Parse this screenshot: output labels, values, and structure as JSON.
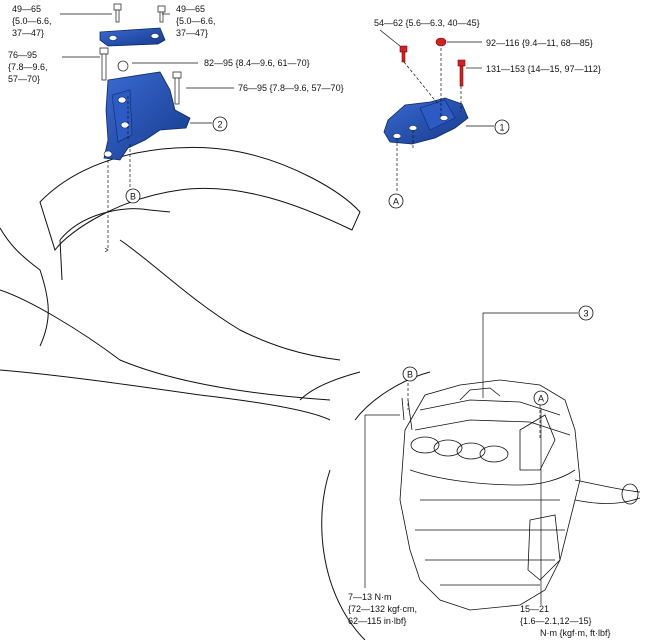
{
  "torques": {
    "t1": [
      "49—65",
      "{5.0—6.6,",
      "37—47}"
    ],
    "t2": [
      "49—65",
      "{5.0—6.6,",
      "37—47}"
    ],
    "t3": [
      "76—95",
      "{7.8—9.6,",
      "57—70}"
    ],
    "t4": [
      "82—95 {8.4—9.6, 61—70}"
    ],
    "t5": [
      "76—95 {7.8—9.6, 57—70}"
    ],
    "t6": [
      "54—62 {5.6—6.3, 40—45}"
    ],
    "t7": [
      "92—116 {9.4—11, 68—85}"
    ],
    "t8": [
      "131—153 {14—15, 97—112}"
    ],
    "t9": [
      "7—13 N·m",
      "{72—132 kgf·cm,",
      "62—115 in·lbf}"
    ],
    "t10": [
      "15—21",
      "{1.6—2.1,12—15}"
    ]
  },
  "callouts": {
    "c1": "1",
    "c2": "2",
    "c3": "3",
    "a_upper": "A",
    "a_lower": "A",
    "b_upper": "B",
    "b_lower": "B"
  },
  "units": "N·m {kgf·m, ft·lbf}",
  "colors": {
    "part_blue": "#1f4fb5",
    "part_blue_dark": "#163a8a",
    "bolt_red": "#d42020",
    "line": "#111111"
  }
}
